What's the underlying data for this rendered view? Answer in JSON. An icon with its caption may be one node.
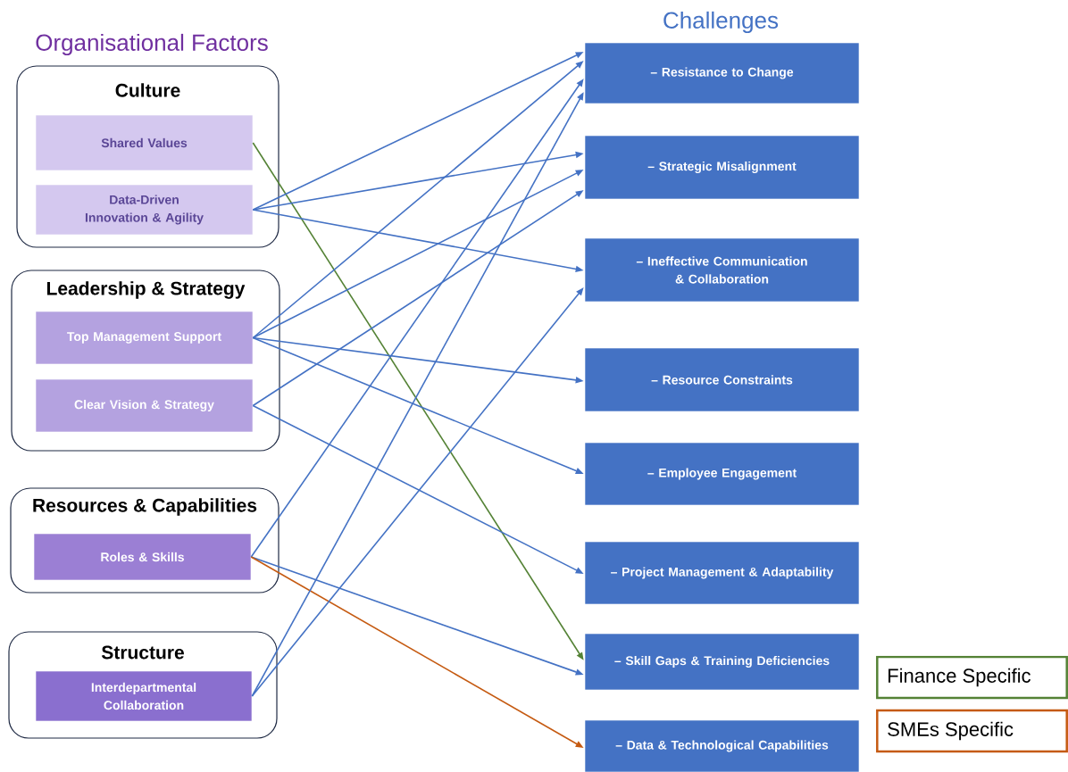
{
  "diagram": {
    "nodes": [
      {
        "text": [
          "Culture"
        ]
      },
      {
        "text": [
          "Shared Values"
        ],
        "in": 0
      },
      {
        "text": [
          "Data-Driven Innovation & Agility"
        ],
        "in": 0
      },
      {
        "text": [
          "Leadership & Strategy"
        ]
      },
      {
        "text": [
          "Top Management Support"
        ],
        "in": 3
      },
      {
        "text": [
          "Clear Vision & Strategy"
        ],
        "in": 3
      },
      {
        "text": [
          "Resources & Capabilities"
        ]
      },
      {
        "text": [
          "Roles & Skills"
        ],
        "in": 6
      },
      {
        "text": [
          "Structure"
        ]
      },
      {
        "text": [
          "Interdepartmental Collaboration"
        ],
        "in": 8
      },
      {
        "text": [
          "– Resistance to Change"
        ]
      },
      {
        "text": [
          "– Strategic Misalignment"
        ]
      },
      {
        "text": [
          "– Ineffective Communication & Collaboration"
        ]
      },
      {
        "text": [
          "– Resource Constraints"
        ]
      },
      {
        "text": [
          "– Employee Engagement"
        ]
      },
      {
        "text": [
          "– Project Management & Adaptability"
        ]
      },
      {
        "text": [
          "– Skill Gaps & Training Deficiencies"
        ]
      },
      {
        "text": [
          "– Data & Technological Capabilities"
        ]
      }
    ],
    "edges": [
      {
        "from": 1,
        "to": 16,
        "arrow": "to",
        "color": "#548235"
      },
      {
        "from": 2,
        "to": 10,
        "arrow": "to"
      },
      {
        "from": 2,
        "to": 11,
        "arrow": "to"
      },
      {
        "from": 2,
        "to": 12,
        "arrow": "to"
      },
      {
        "from": 4,
        "to": 10,
        "arrow": "to"
      },
      {
        "from": 4,
        "to": 11,
        "arrow": "to"
      },
      {
        "from": 4,
        "to": 13,
        "arrow": "to"
      },
      {
        "from": 4,
        "to": 14,
        "arrow": "to"
      },
      {
        "from": 5,
        "to": 11,
        "arrow": "to"
      },
      {
        "from": 5,
        "to": 15,
        "arrow": "to"
      },
      {
        "from": 7,
        "to": 10,
        "arrow": "to"
      },
      {
        "from": 7,
        "to": 16,
        "arrow": "to"
      },
      {
        "from": 7,
        "to": 17,
        "arrow": "to",
        "color": "#c55a11"
      },
      {
        "from": 9,
        "to": 10,
        "arrow": "to"
      },
      {
        "from": 9,
        "to": 12,
        "arrow": "to"
      }
    ],
    "labels": [
      "Organisational Factors",
      "Challenges"
    ],
    "legend": [
      {
        "text": "Finance Specific",
        "color": "#548235"
      },
      {
        "text": "SMEs Specific",
        "color": "#c55a11"
      }
    ]
  }
}
